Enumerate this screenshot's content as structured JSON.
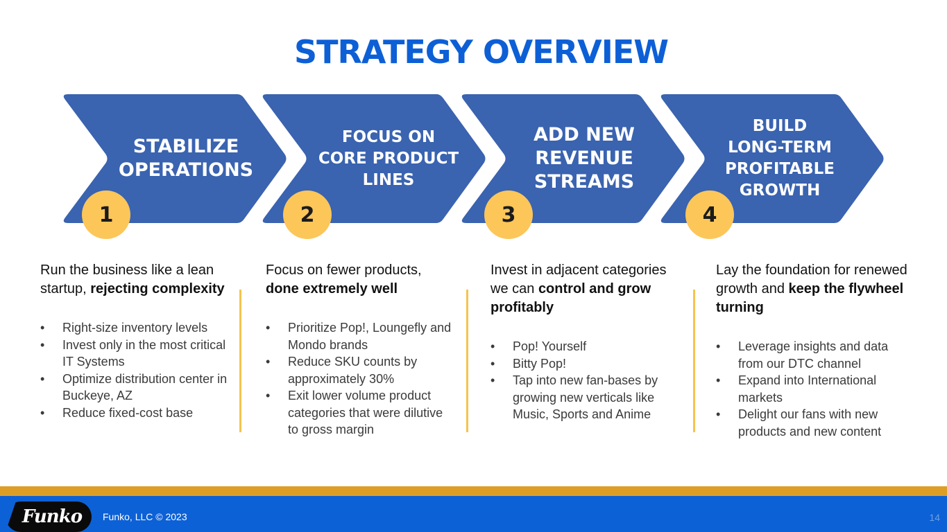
{
  "title": "STRATEGY OVERVIEW",
  "colors": {
    "title": "#0d5fd6",
    "chevron": "#3a63b0",
    "badge": "#fcc659",
    "divider": "#f5c44e",
    "footer_bar": "#0c61d6",
    "footer_stripe": "#dd9e26"
  },
  "steps": [
    {
      "number": "1",
      "label": "STABILIZE\nOPERATIONS",
      "intro": "Run the business like a lean startup, ",
      "intro_bold": "rejecting complexity",
      "bullets": [
        "Right-size inventory levels",
        "Invest only in the most critical IT Systems",
        "Optimize distribution center in Buckeye, AZ",
        "Reduce fixed-cost base"
      ]
    },
    {
      "number": "2",
      "label": "FOCUS ON\nCORE PRODUCT\nLINES",
      "intro": "Focus on fewer products, ",
      "intro_bold": "done extremely well",
      "bullets": [
        "Prioritize Pop!, Loungefly and Mondo brands",
        "Reduce SKU counts by approximately 30%",
        "Exit lower volume product categories that were dilutive to gross margin"
      ]
    },
    {
      "number": "3",
      "label": "ADD NEW\nREVENUE\nSTREAMS",
      "intro": "Invest in adjacent categories we can ",
      "intro_bold": "control and grow profitably",
      "bullets": [
        "Pop! Yourself",
        "Bitty Pop!",
        "Tap into new fan-bases by growing new verticals like Music, Sports and Anime"
      ]
    },
    {
      "number": "4",
      "label": "BUILD\nLONG-TERM\nPROFITABLE\nGROWTH",
      "intro": "Lay the foundation for renewed growth and ",
      "intro_bold": "keep the flywheel turning",
      "bullets": [
        "Leverage insights and data from our DTC channel",
        "Expand into International markets",
        "Delight our fans with new products and new content"
      ]
    }
  ],
  "footer": {
    "logo_text": "Funko",
    "copyright": "Funko, LLC © 2023",
    "page_number": "14"
  }
}
